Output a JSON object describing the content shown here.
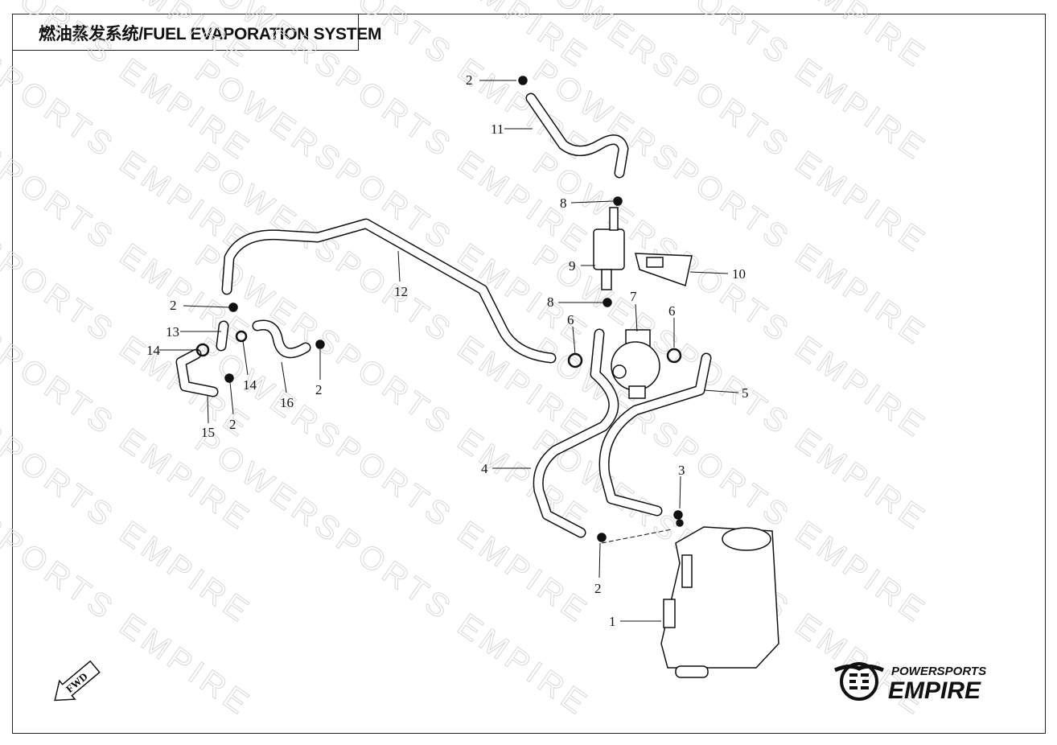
{
  "title": "燃油蒸发系统/FUEL EVAPORATION SYSTEM",
  "watermark": "POWERSPORTS EMPIRE",
  "fwd_label": "FWD",
  "logo": {
    "line1": "POWERSPORTS",
    "line2": "EMPIRE"
  },
  "callouts": [
    "1",
    "2",
    "2",
    "2",
    "2",
    "2",
    "3",
    "4",
    "5",
    "6",
    "6",
    "7",
    "8",
    "8",
    "9",
    "10",
    "11",
    "12",
    "13",
    "14",
    "14",
    "15",
    "16"
  ]
}
